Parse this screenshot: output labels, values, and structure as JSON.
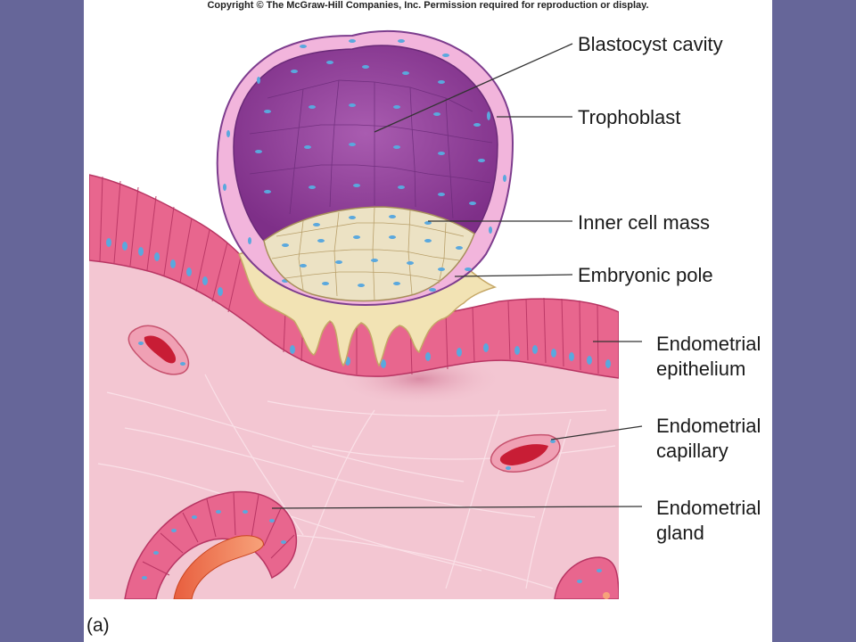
{
  "copyright": "Copyright © The McGraw-Hill Companies, Inc. Permission required for reproduction or display.",
  "panel_letter": "(a)",
  "labels": {
    "blastocyst_cavity": "Blastocyst cavity",
    "trophoblast": "Trophoblast",
    "inner_cell_mass": "Inner cell mass",
    "embryonic_pole": "Embryonic pole",
    "endometrial_epithelium_1": "Endometrial",
    "endometrial_epithelium_2": "epithelium",
    "endometrial_capillary_1": "Endometrial",
    "endometrial_capillary_2": "capillary",
    "endometrial_gland_1": "Endometrial",
    "endometrial_gland_2": "gland"
  },
  "colors": {
    "background_sides": "#666699",
    "stroma": "#f3c6d2",
    "epithelium": "#e8668e",
    "trophoblast": "#f2b5dc",
    "blastocyst_cavity": "#8e3f97",
    "inner_cell_mass": "#ece2c4",
    "nuclei": "#5aa8de",
    "capillary_lumen": "#c81d35"
  }
}
